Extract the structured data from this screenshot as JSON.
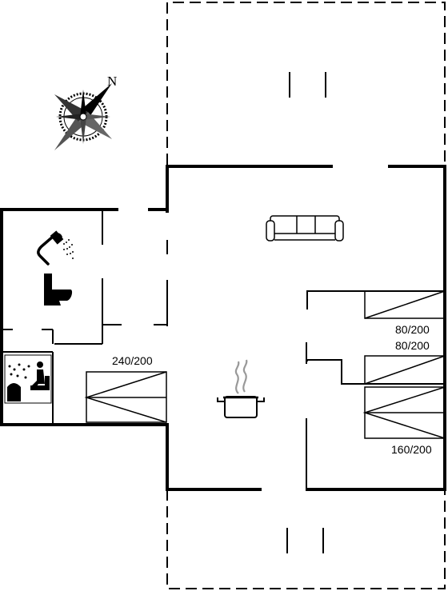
{
  "compass": {
    "north_label": "N"
  },
  "beds": {
    "bed_left": "240/200",
    "bed_right_top_1": "80/200",
    "bed_right_top_2": "80/200",
    "bed_right_bottom": "160/200"
  },
  "icons": [
    "compass-rose-icon",
    "shower-icon",
    "toilet-icon",
    "sauna-icon",
    "sofa-icon",
    "cooking-pot-icon"
  ]
}
